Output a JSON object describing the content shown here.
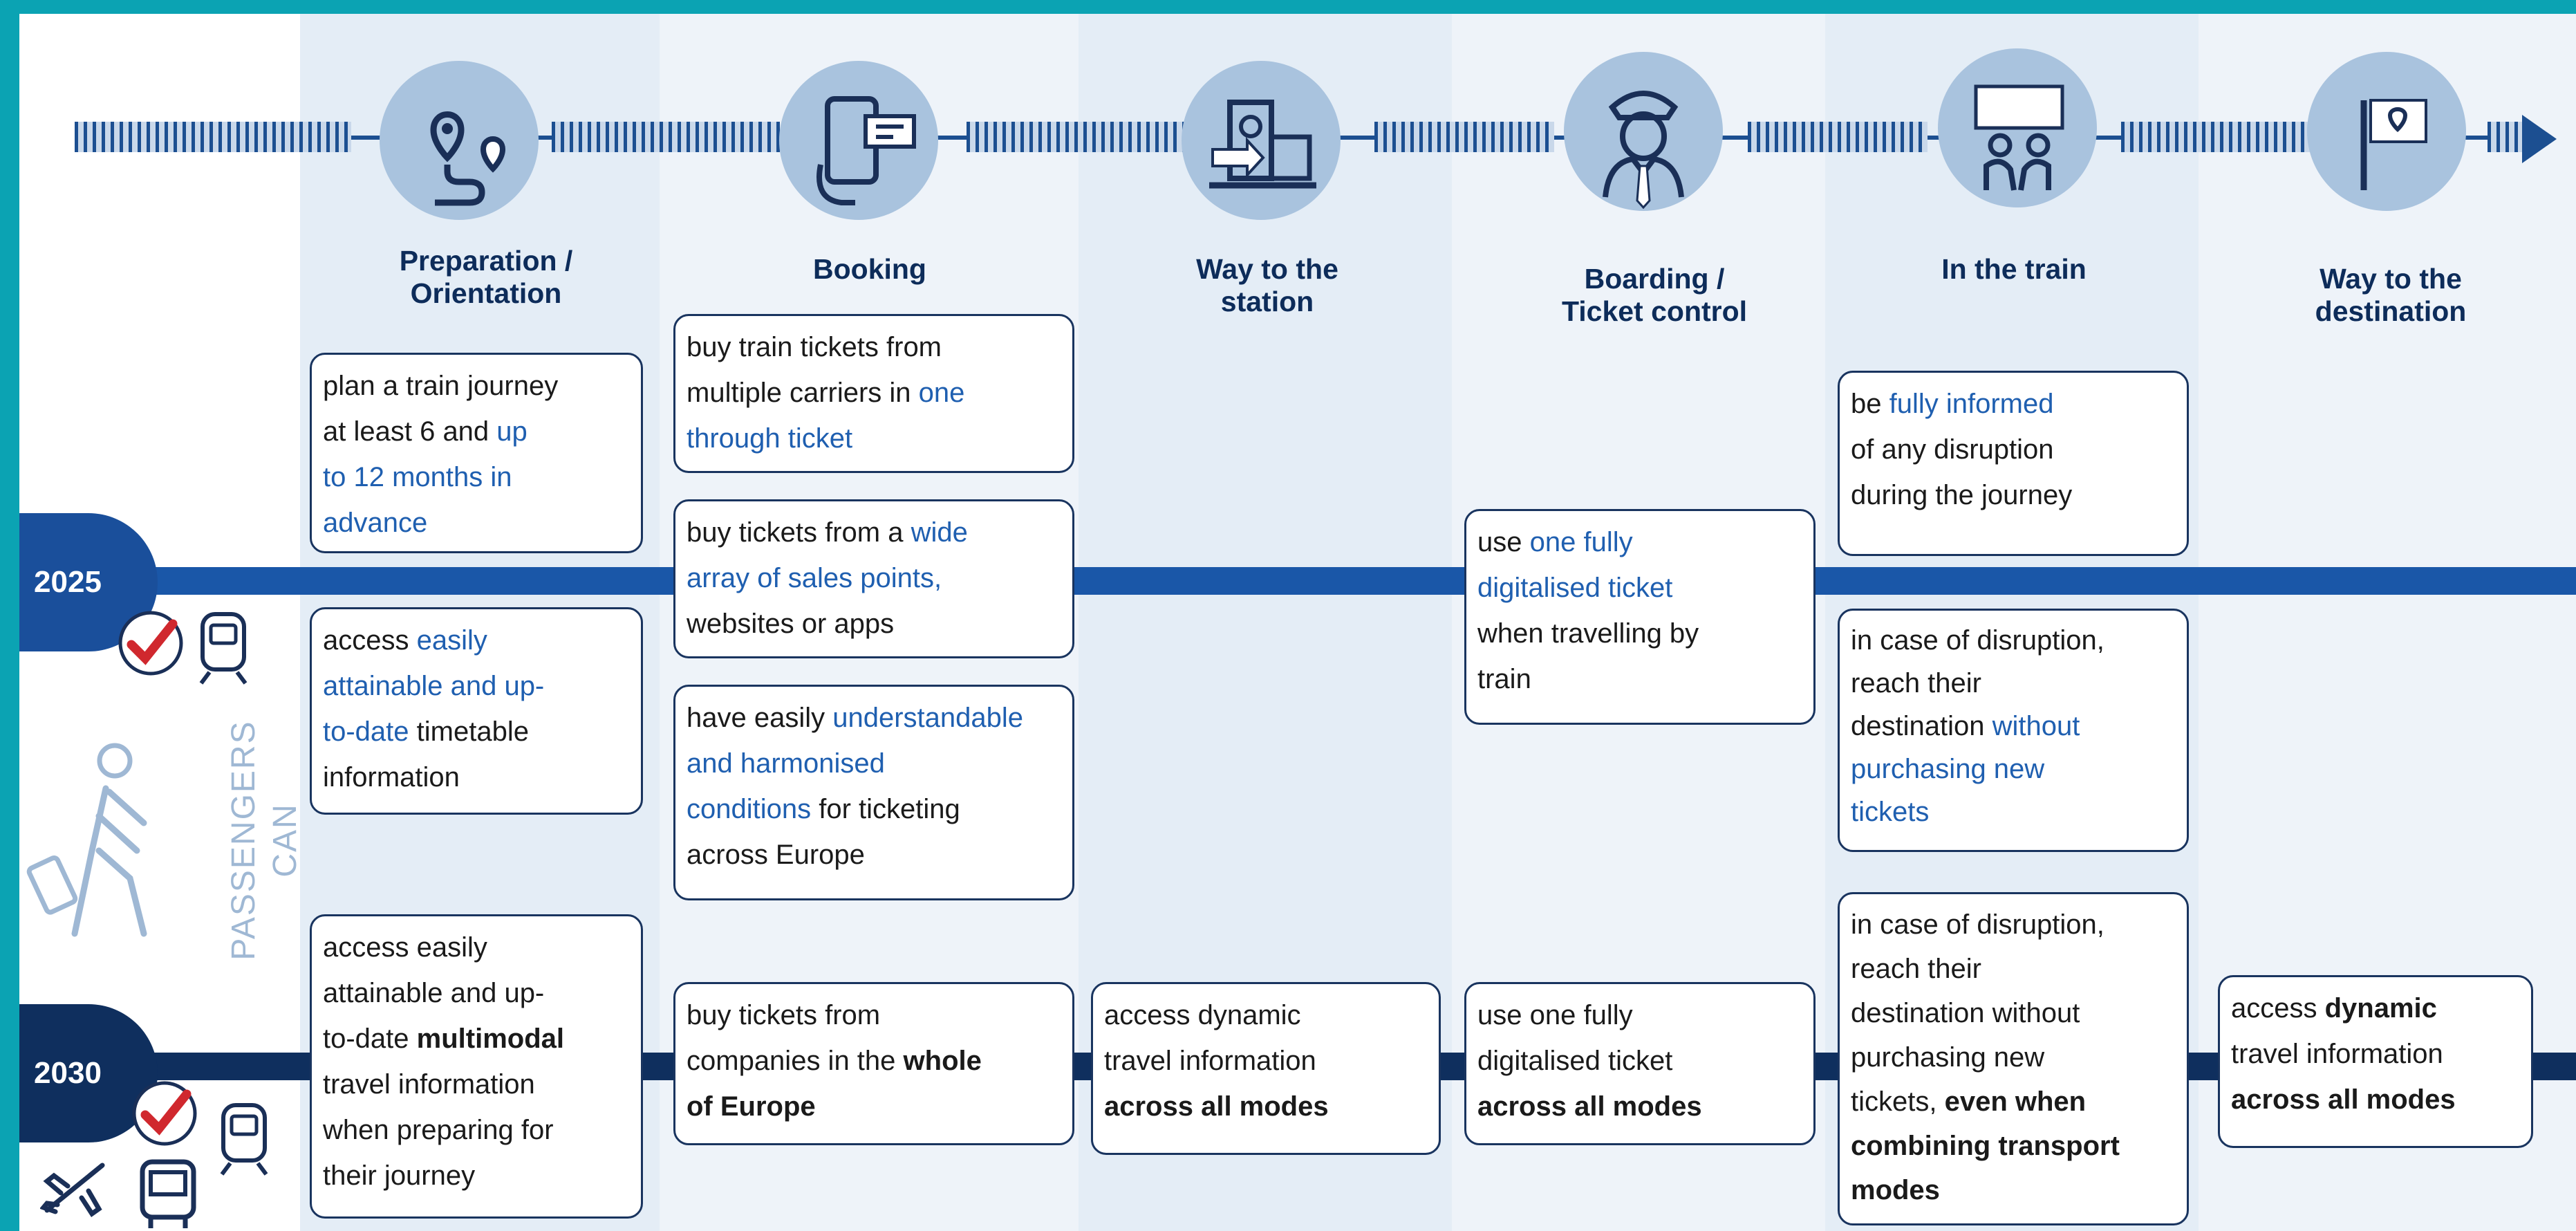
{
  "stages": [
    {
      "key": "prep",
      "title_line1": "Preparation /",
      "title_line2": "Orientation",
      "icon": "route-pin-icon"
    },
    {
      "key": "booking",
      "title_line1": "Booking",
      "title_line2": "",
      "icon": "phone-ticket-icon"
    },
    {
      "key": "way",
      "title_line1": "Way to the",
      "title_line2": "station",
      "icon": "station-icon"
    },
    {
      "key": "board",
      "title_line1": "Boarding /",
      "title_line2": "Ticket control",
      "icon": "conductor-icon"
    },
    {
      "key": "train",
      "title_line1": "In the train",
      "title_line2": "",
      "icon": "passengers-seated-icon"
    },
    {
      "key": "dest",
      "title_line1": "Way to the",
      "title_line2": "destination",
      "icon": "destination-flag-icon"
    }
  ],
  "years": [
    "2025",
    "2030"
  ],
  "side_label": {
    "line1": "PASSENGERS",
    "line2": "CAN"
  },
  "colors": {
    "accent": "#0ba3b3",
    "navy": "#123a78",
    "highlight": "#1f5fb0",
    "column": "#e4edf6",
    "circle": "#a9c3de",
    "check": "#d0282e"
  },
  "cards": {
    "prep_2025_a": {
      "t1": "plan a train journey",
      "t2": "at least 6 and ",
      "t2h": "up",
      "t3": "to 12 months in",
      "t4": "advance"
    },
    "prep_2025_b": {
      "t1h": "access ",
      "t1hl": "easily",
      "t2": "attainable and up-",
      "t3a": "to-date",
      "t3b": " timetable",
      "t4": "information"
    },
    "prep_2030": {
      "t1": "access easily",
      "t2": "attainable and up-",
      "t3a": "to-date ",
      "t3b": "multimodal",
      "t4": "travel information",
      "t5": "when preparing for",
      "t6": "their journey"
    },
    "book_2025_a": {
      "t1": "buy train tickets from",
      "t2a": "multiple carriers in ",
      "t2b": "one",
      "t3": "through ticket"
    },
    "book_2025_b": {
      "t1a": "buy tickets from a ",
      "t1b": "wide",
      "t2": "array of sales points,",
      "t3": "websites or apps"
    },
    "book_2025_c": {
      "t1a": "have easily ",
      "t1b": "understandable",
      "t2": "and harmonised",
      "t3a": "conditions",
      "t3b": " for ticketing",
      "t4": "across Europe"
    },
    "book_2030": {
      "t1": "buy tickets from",
      "t2a": "companies in the ",
      "t2b": "whole",
      "t3": "of Europe"
    },
    "way_2030": {
      "t1": "access dynamic",
      "t2": "travel information",
      "t3": "across all modes"
    },
    "board_2025": {
      "t1a": "use ",
      "t1b": "one fully",
      "t2": "digitalised ticket",
      "t3": "when travelling by",
      "t4": "train"
    },
    "board_2030": {
      "t1": "use one fully",
      "t2": "digitalised ticket",
      "t3": "across all modes"
    },
    "train_2025_a": {
      "t1a": "be ",
      "t1b": "fully informed",
      "t2": "of any disruption",
      "t3": "during the journey"
    },
    "train_2025_b": {
      "t1": "in case of disruption,",
      "t2": "reach their",
      "t3a": "destination ",
      "t3b": "without",
      "t4": "purchasing new",
      "t5": "tickets"
    },
    "train_2030": {
      "t1": "in case of disruption,",
      "t2": "reach their",
      "t3": "destination without",
      "t4": "purchasing new",
      "t5a": "tickets, ",
      "t5b": "even when",
      "t6": "combining transport",
      "t7": "modes"
    },
    "dest_2030": {
      "t1a": "access ",
      "t1b": "dynamic",
      "t2": "travel information",
      "t3": "across all modes"
    }
  }
}
